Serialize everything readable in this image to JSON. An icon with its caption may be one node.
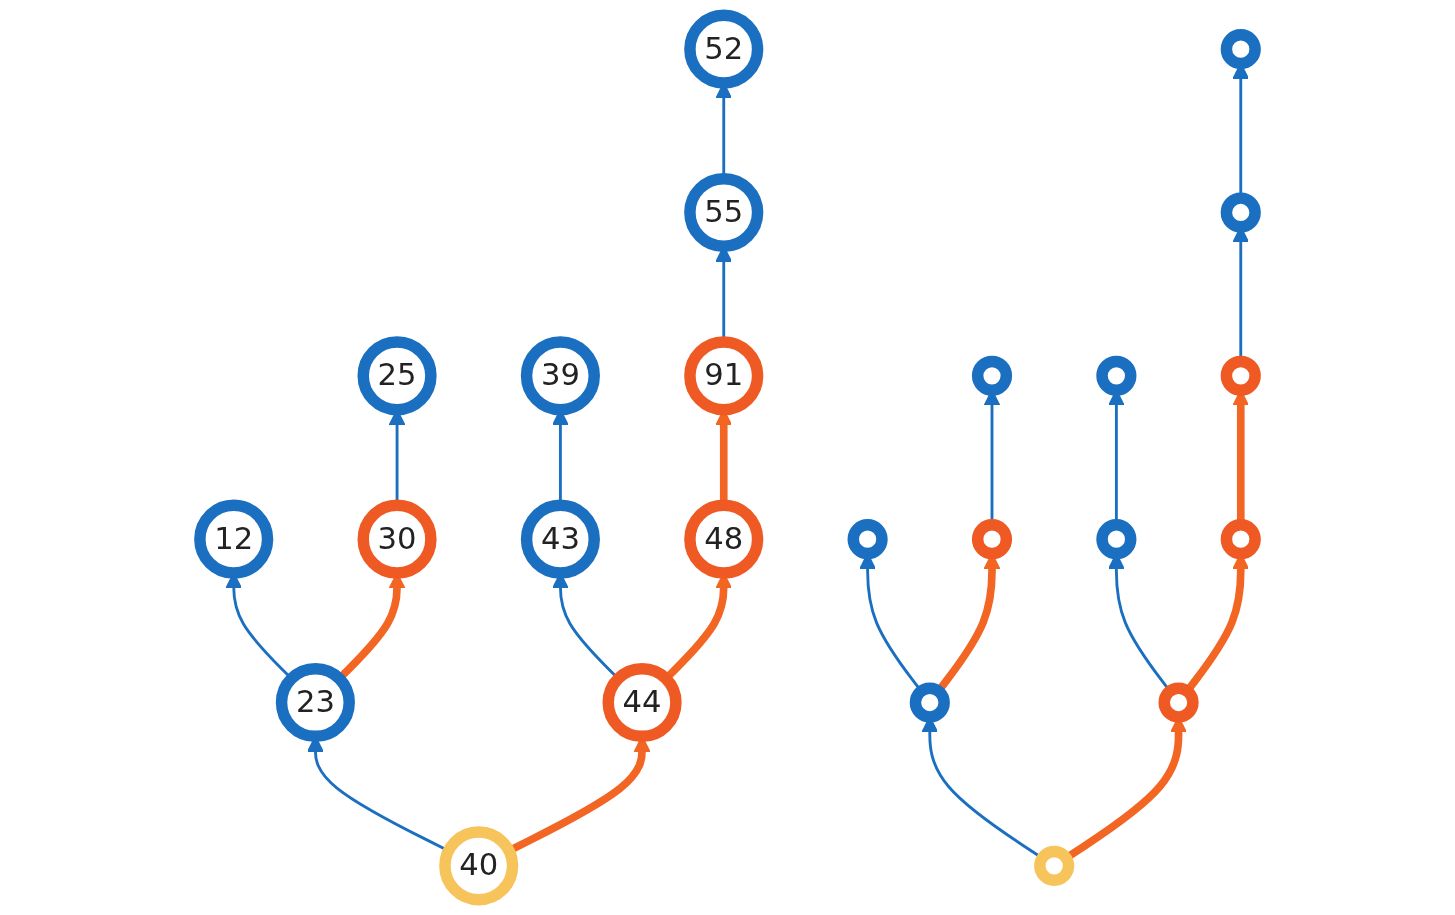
{
  "diagram": {
    "nodes": [
      {
        "text": [
          "52"
        ]
      },
      {
        "text": [
          "55"
        ]
      },
      {
        "text": [
          "25"
        ]
      },
      {
        "text": [
          "39"
        ]
      },
      {
        "text": [
          "91"
        ]
      },
      {
        "text": [
          "12"
        ]
      },
      {
        "text": [
          "30"
        ]
      },
      {
        "text": [
          "43"
        ]
      },
      {
        "text": [
          "48"
        ]
      },
      {
        "text": [
          "23"
        ]
      },
      {
        "text": [
          "44"
        ]
      },
      {
        "text": [
          "40"
        ]
      },
      {
        "text": [],
        "shape": "circle"
      },
      {
        "text": [],
        "shape": "circle"
      },
      {
        "text": [],
        "shape": "circle"
      },
      {
        "text": [],
        "shape": "circle"
      },
      {
        "text": [],
        "shape": "circle"
      },
      {
        "text": [],
        "shape": "circle"
      },
      {
        "text": [],
        "shape": "circle"
      },
      {
        "text": [],
        "shape": "circle"
      },
      {
        "text": [],
        "shape": "circle"
      },
      {
        "text": [],
        "shape": "circle"
      },
      {
        "text": [],
        "shape": "circle"
      },
      {
        "text": [],
        "shape": "circle"
      }
    ],
    "edges": [
      {
        "from": 11,
        "to": 9,
        "arrow": "to"
      },
      {
        "from": 11,
        "to": 10,
        "arrow": "to",
        "style": "thick",
        "color": "#f26522"
      },
      {
        "from": 9,
        "to": 5,
        "arrow": "to"
      },
      {
        "from": 9,
        "to": 6,
        "arrow": "to",
        "style": "thick",
        "color": "#f26522"
      },
      {
        "from": 6,
        "to": 2,
        "arrow": "to"
      },
      {
        "from": 10,
        "to": 7,
        "arrow": "to"
      },
      {
        "from": 10,
        "to": 8,
        "arrow": "to",
        "style": "thick",
        "color": "#f26522"
      },
      {
        "from": 7,
        "to": 3,
        "arrow": "to"
      },
      {
        "from": 8,
        "to": 4,
        "arrow": "to",
        "style": "thick",
        "color": "#f26522"
      },
      {
        "from": 4,
        "to": 1,
        "arrow": "to"
      },
      {
        "from": 1,
        "to": 0,
        "arrow": "to"
      },
      {
        "from": 23,
        "to": 21,
        "arrow": "to"
      },
      {
        "from": 23,
        "to": 22,
        "arrow": "to",
        "style": "thick",
        "color": "#f26522"
      },
      {
        "from": 21,
        "to": 17,
        "arrow": "to"
      },
      {
        "from": 21,
        "to": 18,
        "arrow": "to",
        "style": "thick",
        "color": "#f26522"
      },
      {
        "from": 18,
        "to": 14,
        "arrow": "to"
      },
      {
        "from": 22,
        "to": 19,
        "arrow": "to"
      },
      {
        "from": 22,
        "to": 20,
        "arrow": "to",
        "style": "thick",
        "color": "#f26522"
      },
      {
        "from": 19,
        "to": 15,
        "arrow": "to"
      },
      {
        "from": 20,
        "to": 16,
        "arrow": "to",
        "style": "thick",
        "color": "#f26522"
      },
      {
        "from": 16,
        "to": 13,
        "arrow": "to"
      },
      {
        "from": 13,
        "to": 12,
        "arrow": "to"
      }
    ]
  }
}
